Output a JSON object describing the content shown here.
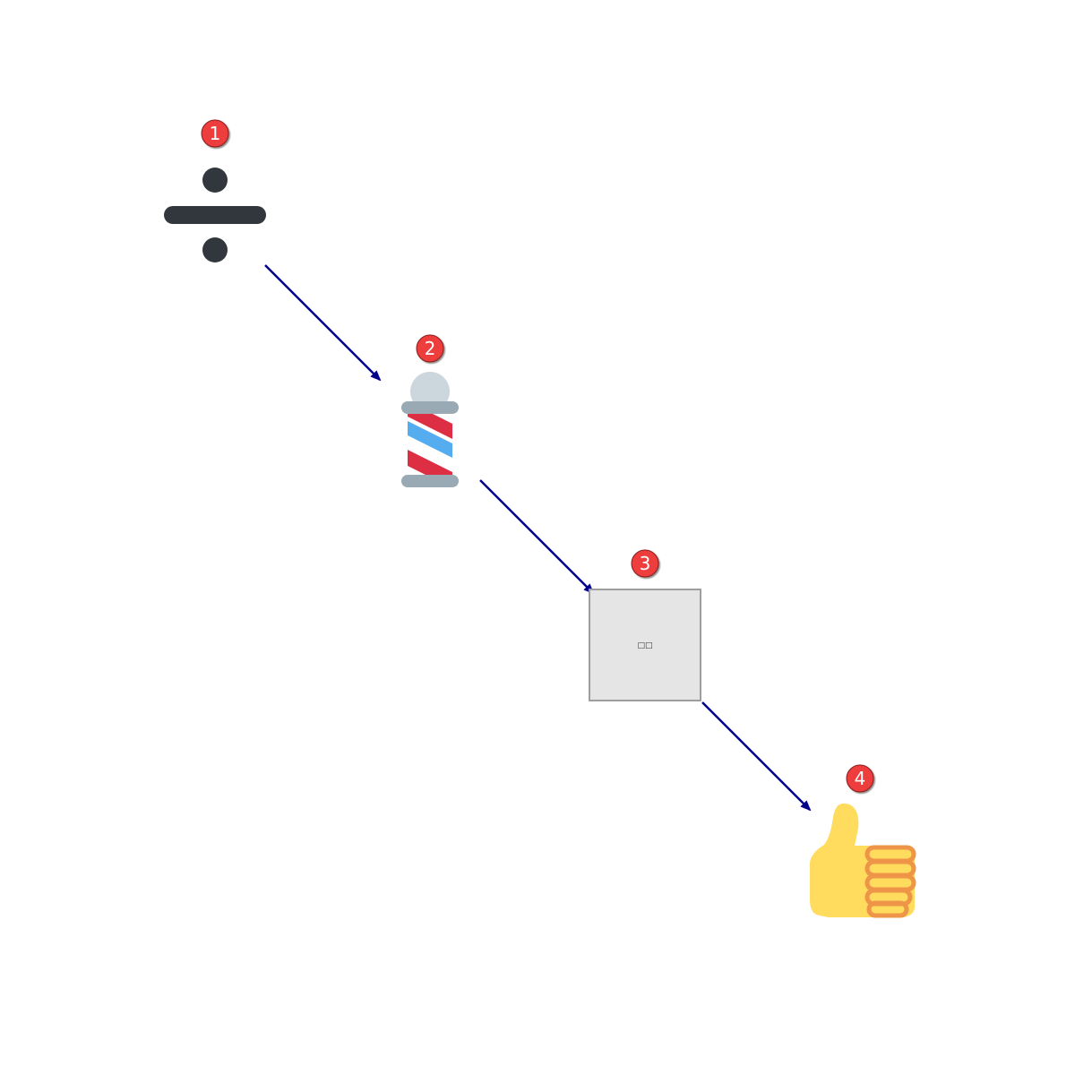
{
  "colors": {
    "arrow": "#00008b",
    "badge_fill": "#ee3d3d",
    "badge_stroke": "#8b1a1a",
    "badge_text": "#ffffff",
    "box_fill": "#e5e5e5",
    "box_stroke": "#9e9e9e"
  },
  "steps": [
    {
      "number": "1",
      "icon": "divide-icon"
    },
    {
      "number": "2",
      "icon": "barber-pole-icon"
    },
    {
      "number": "3",
      "icon": "placeholder-box-icon",
      "glyph": "□□"
    },
    {
      "number": "4",
      "icon": "thumbs-up-icon"
    }
  ],
  "connections": [
    {
      "from": "1",
      "to": "2"
    },
    {
      "from": "2",
      "to": "3"
    },
    {
      "from": "3",
      "to": "4"
    }
  ]
}
